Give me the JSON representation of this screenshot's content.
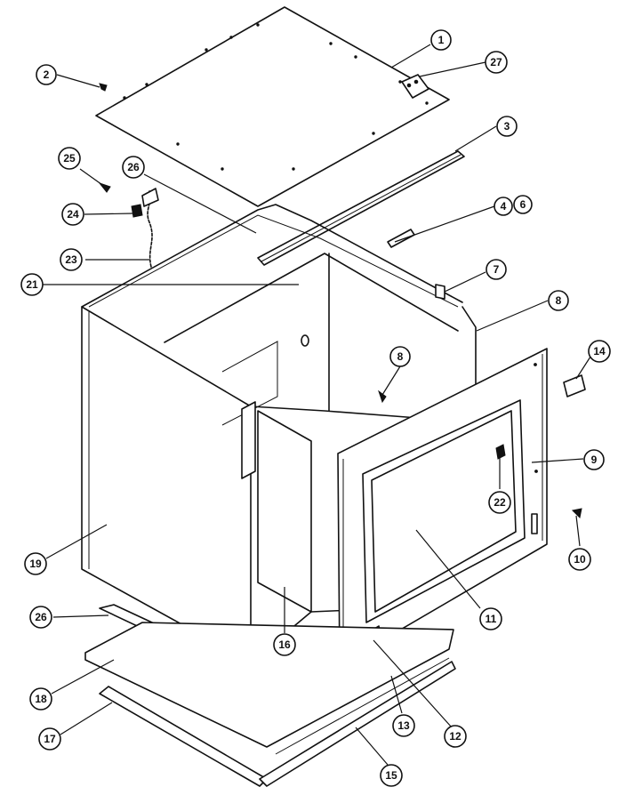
{
  "diagram": {
    "callouts": [
      {
        "id": "c1",
        "label": "1"
      },
      {
        "id": "c2",
        "label": "2"
      },
      {
        "id": "c27",
        "label": "27"
      },
      {
        "id": "c3",
        "label": "3"
      },
      {
        "id": "c25",
        "label": "25"
      },
      {
        "id": "c26a",
        "label": "26"
      },
      {
        "id": "c4",
        "label": "4"
      },
      {
        "id": "c6",
        "label": "6"
      },
      {
        "id": "c24",
        "label": "24"
      },
      {
        "id": "c23",
        "label": "23"
      },
      {
        "id": "c7",
        "label": "7"
      },
      {
        "id": "c21",
        "label": "21"
      },
      {
        "id": "c8a",
        "label": "8"
      },
      {
        "id": "c8b",
        "label": "8"
      },
      {
        "id": "c14",
        "label": "14"
      },
      {
        "id": "c9",
        "label": "9"
      },
      {
        "id": "c22",
        "label": "22"
      },
      {
        "id": "c10",
        "label": "10"
      },
      {
        "id": "c19",
        "label": "19"
      },
      {
        "id": "c11",
        "label": "11"
      },
      {
        "id": "c26b",
        "label": "26"
      },
      {
        "id": "c16",
        "label": "16"
      },
      {
        "id": "c18",
        "label": "18"
      },
      {
        "id": "c13",
        "label": "13"
      },
      {
        "id": "c12",
        "label": "12"
      },
      {
        "id": "c17",
        "label": "17"
      },
      {
        "id": "c15",
        "label": "15"
      }
    ]
  }
}
